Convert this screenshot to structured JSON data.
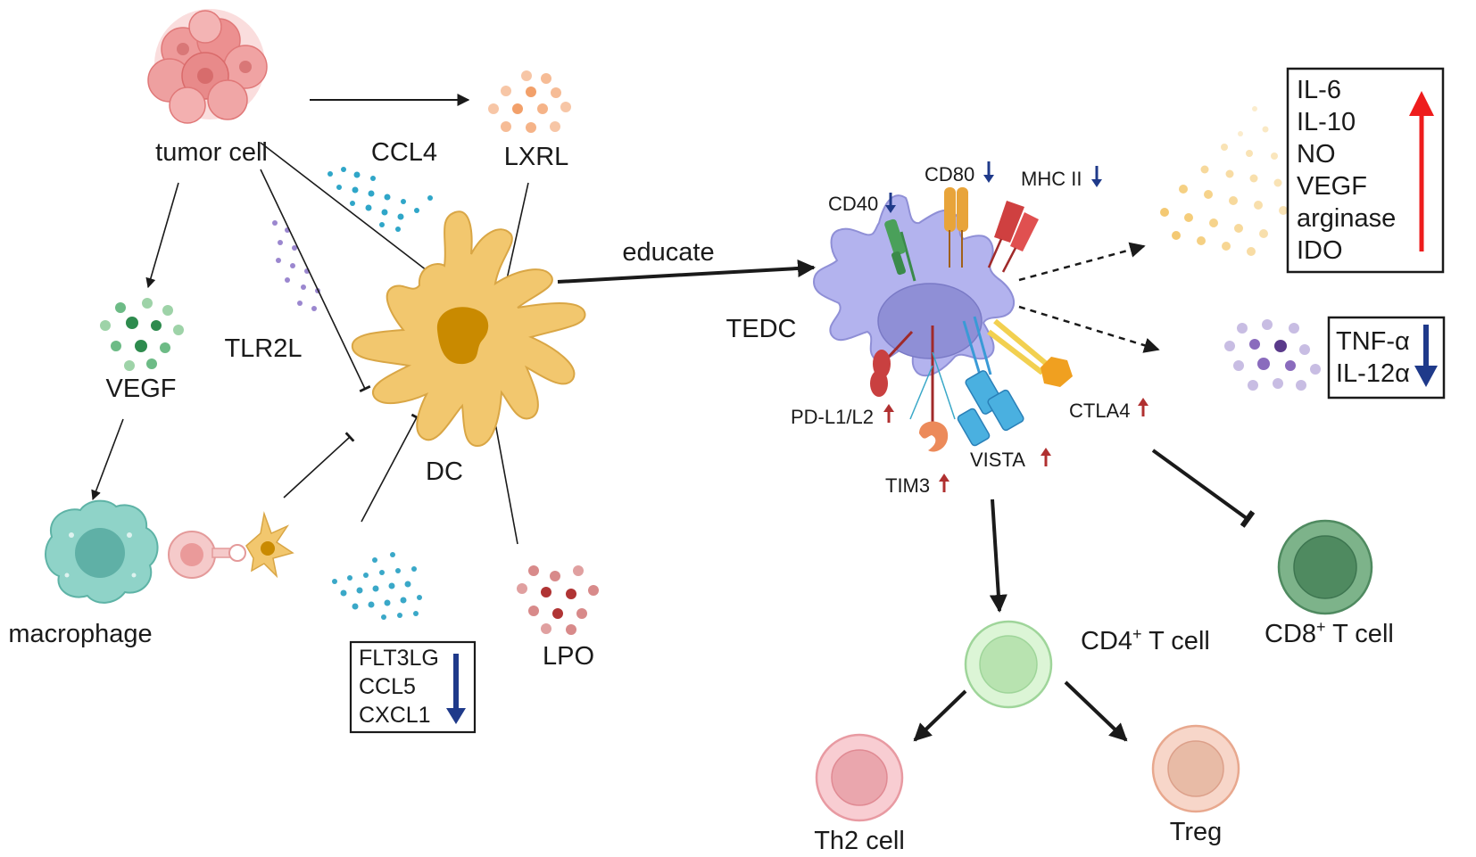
{
  "labels": {
    "tumor_cell": "tumor cell",
    "ccl4": "CCL4",
    "lxrl": "LXRL",
    "vegf": "VEGF",
    "tlr2l": "TLR2L",
    "macrophage": "macrophage",
    "dc": "DC",
    "lpo": "LPO",
    "educate": "educate",
    "tedc": "TEDC",
    "cd40": "CD40",
    "cd80": "CD80",
    "mhc2": "MHC II",
    "pdl1": "PD-L1/L2",
    "tim3": "TIM3",
    "vista": "VISTA",
    "ctla4": "CTLA4",
    "cd4_main": "CD4",
    "cd4_sup": "+",
    "cd4_tail": " T cell",
    "cd8_main": "CD8",
    "cd8_sup": "+",
    "cd8_tail": " T cell",
    "th2": "Th2 cell",
    "treg": "Treg"
  },
  "boxes": {
    "up_factors": [
      "IL-6",
      "IL-10",
      "NO",
      "VEGF",
      "arginase",
      "IDO"
    ],
    "down_cytokines": [
      "TNF-α",
      "IL-12α"
    ],
    "down_chemokines": [
      "FLT3LG",
      "CCL5",
      "CXCL1"
    ]
  },
  "colors": {
    "tumor": "#e88a8a",
    "dc": "#f2c76e",
    "dc_nucleus": "#c98a00",
    "tedc": "#b3b3ee",
    "tedc_nucleus": "#8f8fd6",
    "macrophage": "#8fd3c8",
    "cd4": "#c9efc1",
    "cd8": "#5b9a73",
    "th2": "#f2b2b8",
    "treg": "#f2c4b0",
    "up_arrow": "#ee1c1c",
    "down_arrow": "#1f3a8a",
    "small_up": "#b03030"
  }
}
